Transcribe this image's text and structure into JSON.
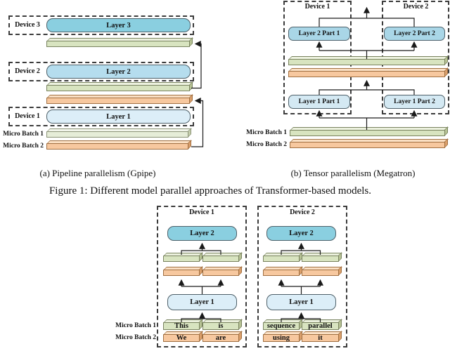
{
  "palette": {
    "cyan": "#8acfe0",
    "blue_mid": "#b5ddee",
    "blue_part": "#a9d6e7",
    "blue_light": "#dceef8",
    "green_bar": "#d8e4c0",
    "pale_green_bar": "#e6edd8",
    "orange_bar": "#f7c89f",
    "dashed_border": "#3c3c3c",
    "line": "#1a1a1a"
  },
  "captions": {
    "sub_a": "(a) Pipeline parallelism (Gpipe)",
    "sub_b": "(b) Tensor parallelism (Megatron)",
    "figure": "Figure 1: Different model parallel approaches of Transformer-based models."
  },
  "panel_a": {
    "devices": [
      {
        "label": "Device 3",
        "layer": "Layer 3"
      },
      {
        "label": "Device 2",
        "layer": "Layer 2"
      },
      {
        "label": "Device 1",
        "layer": "Layer 1"
      }
    ],
    "micro_batches": [
      {
        "label": "Micro Batch 1"
      },
      {
        "label": "Micro Batch 2"
      }
    ]
  },
  "panel_b": {
    "devices": [
      {
        "label": "Device 1"
      },
      {
        "label": "Device 2"
      }
    ],
    "layers": [
      {
        "label": "Layer 2 Part 1"
      },
      {
        "label": "Layer 2 Part 2"
      },
      {
        "label": "Layer 1 Part 1"
      },
      {
        "label": "Layer 1 Part 2"
      }
    ],
    "micro_batches": [
      {
        "label": "Micro Batch 1"
      },
      {
        "label": "Micro Batch 2"
      }
    ]
  },
  "panel_c": {
    "micro_batch_labels": [
      "Micro Batch 1",
      "Micro Batch 2"
    ],
    "devices": [
      {
        "label": "Device 1",
        "layer_top": "Layer 2",
        "layer_bottom": "Layer 1",
        "mb1_tokens": [
          "This",
          "is"
        ],
        "mb2_tokens": [
          "We",
          "are"
        ]
      },
      {
        "label": "Device 2",
        "layer_top": "Layer 2",
        "layer_bottom": "Layer 1",
        "mb1_tokens": [
          "sequence",
          "parallel"
        ],
        "mb2_tokens": [
          "using",
          "it"
        ]
      }
    ]
  }
}
